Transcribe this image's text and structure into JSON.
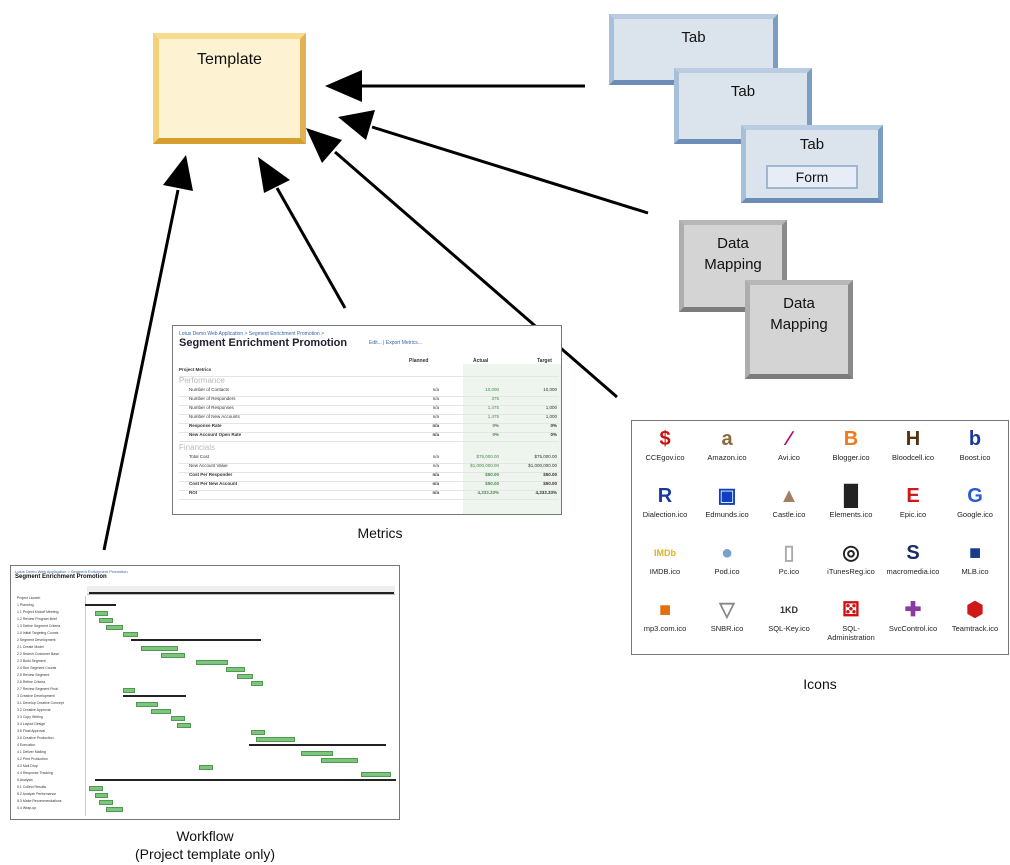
{
  "template_box": {
    "label": "Template"
  },
  "tabs": {
    "tab1": "Tab",
    "tab2": "Tab",
    "tab3": "Tab",
    "form": "Form"
  },
  "data_mapping": {
    "box1": "Data\nMapping",
    "box2": "Data\nMapping"
  },
  "captions": {
    "metrics": "Metrics",
    "icons": "Icons",
    "workflow_line1": "Workflow",
    "workflow_line2": "(Project template only)"
  },
  "metrics_screenshot": {
    "breadcrumb": "Lotus Demo Web Application > Segment Enrichment Promotion >",
    "title": "Segment Enrichment Promotion",
    "links": "Edit... | Export Metrics...",
    "columns": [
      "Planned",
      "Actual",
      "Target"
    ],
    "group_label": "Project Metrics",
    "sections": [
      {
        "name": "Performance",
        "rows": [
          {
            "label": "Number of Contacts",
            "planned": "n/a",
            "actual": "10,000",
            "target": "10,000"
          },
          {
            "label": "Number of Responders",
            "planned": "n/a",
            "actual": "375",
            "target": ""
          },
          {
            "label": "Number of Responses",
            "planned": "n/a",
            "actual": "1,475",
            "target": "1,000"
          },
          {
            "label": "Number of New Accounts",
            "planned": "n/a",
            "actual": "1,475",
            "target": "1,000"
          },
          {
            "label": "Response Rate",
            "planned": "n/a",
            "actual": "0%",
            "target": "0%"
          },
          {
            "label": "New Account Open Rate",
            "planned": "n/a",
            "actual": "0%",
            "target": "0%"
          }
        ]
      },
      {
        "name": "Financials",
        "rows": [
          {
            "label": "Total Cost",
            "planned": "n/a",
            "actual": "$75,000.00",
            "target": "$75,000.00"
          },
          {
            "label": "New Account Value",
            "planned": "n/a",
            "actual": "$1,000,000.00",
            "target": "$1,000,000.00"
          },
          {
            "label": "Cost Per Responder",
            "planned": "n/a",
            "actual": "$50.00",
            "target": "$50.00"
          },
          {
            "label": "Cost Per New Account",
            "planned": "n/a",
            "actual": "$50.00",
            "target": "$50.00"
          },
          {
            "label": "ROI",
            "planned": "n/a",
            "actual": "4,333.33%",
            "target": "4,333.33%"
          }
        ]
      }
    ]
  },
  "icons_screenshot": {
    "icons": [
      {
        "label": "CCEgov.ico",
        "icon": "dollar-icon",
        "color": "#cc1111"
      },
      {
        "label": "Amazon.ico",
        "icon": "amazon-icon",
        "color": "#8a6a3a"
      },
      {
        "label": "Avi.ico",
        "icon": "feather-icon",
        "color": "#b01070"
      },
      {
        "label": "Blogger.ico",
        "icon": "blogger-icon",
        "color": "#f07a1a"
      },
      {
        "label": "Bloodcell.ico",
        "icon": "bloodcell-icon",
        "color": "#553311"
      },
      {
        "label": "Boost.ico",
        "icon": "boost-icon",
        "color": "#1a3a9a"
      },
      {
        "label": "Dialection.ico",
        "icon": "r-icon",
        "color": "#1a3aa0"
      },
      {
        "label": "Edmunds.ico",
        "icon": "car-icon",
        "color": "#1040c0"
      },
      {
        "label": "Castle.ico",
        "icon": "castle-icon",
        "color": "#a08060"
      },
      {
        "label": "Elements.ico",
        "icon": "elements-icon",
        "color": "#222222"
      },
      {
        "label": "Epic.ico",
        "icon": "e-icon",
        "color": "#d01818"
      },
      {
        "label": "Google.ico",
        "icon": "google-icon",
        "color": "#2a5ad0"
      },
      {
        "label": "IMDB.ico",
        "icon": "imdb-icon",
        "color": "#e0b020"
      },
      {
        "label": "Pod.ico",
        "icon": "pod-icon",
        "color": "#7aa0d0"
      },
      {
        "label": "Pc.ico",
        "icon": "pc-icon",
        "color": "#aaaaaa"
      },
      {
        "label": "iTunesReg.ico",
        "icon": "itunes-icon",
        "color": "#222222"
      },
      {
        "label": "macromedia.ico",
        "icon": "macromedia-icon",
        "color": "#1a2a6a"
      },
      {
        "label": "MLB.ico",
        "icon": "mlb-icon",
        "color": "#1a3a8a"
      },
      {
        "label": "mp3.com.ico",
        "icon": "mp3-icon",
        "color": "#e07010"
      },
      {
        "label": "SNBR.ico",
        "icon": "shield-icon",
        "color": "#888888"
      },
      {
        "label": "SQL-Key.ico",
        "icon": "1kd-icon",
        "color": "#333333"
      },
      {
        "label": "SQL-Administration",
        "icon": "dice-icon",
        "color": "#cc1111"
      },
      {
        "label": "SvcControl.ico",
        "icon": "cross-icon",
        "color": "#8a3aa0"
      },
      {
        "label": "Teamtrack.ico",
        "icon": "teamtrack-icon",
        "color": "#d01818"
      }
    ]
  },
  "workflow_screenshot": {
    "breadcrumb": "Lotus Demo Web Application > Segment Enrichment Promotion",
    "title": "Segment Enrichment Promotion",
    "tasks": [
      "Project Launch",
      "1 Planning",
      "1.1 Project Kickoff Meeting",
      "1.2 Review Program Brief",
      "1.3 Define Segment Criteria",
      "1.4 Initial Targeting Counts",
      "2 Segment Development",
      "2.1 Create Model",
      "2.2 Search Customer Base",
      "2.3 Build Segment",
      "2.4 Run Segment Counts",
      "2.5 Review Segment",
      "2.6 Refine Criteria",
      "2.7 Review Segment Final",
      "3 Creative Development",
      "3.1 Develop Creative Concept",
      "3.2 Creative Approval",
      "3.3 Copy Writing",
      "3.4 Layout Design",
      "3.5 Final Approval",
      "3.6 Creative Production",
      "4 Execution",
      "4.1 Deliver Mailing",
      "4.2 Print Production",
      "4.3 Mail Drop",
      "4.4 Response Tracking",
      "5 Analysis",
      "5.1 Collect Results",
      "5.2 Analyze Performance",
      "5.3 Make Recommendations",
      "5.4 Wrap-up"
    ]
  }
}
